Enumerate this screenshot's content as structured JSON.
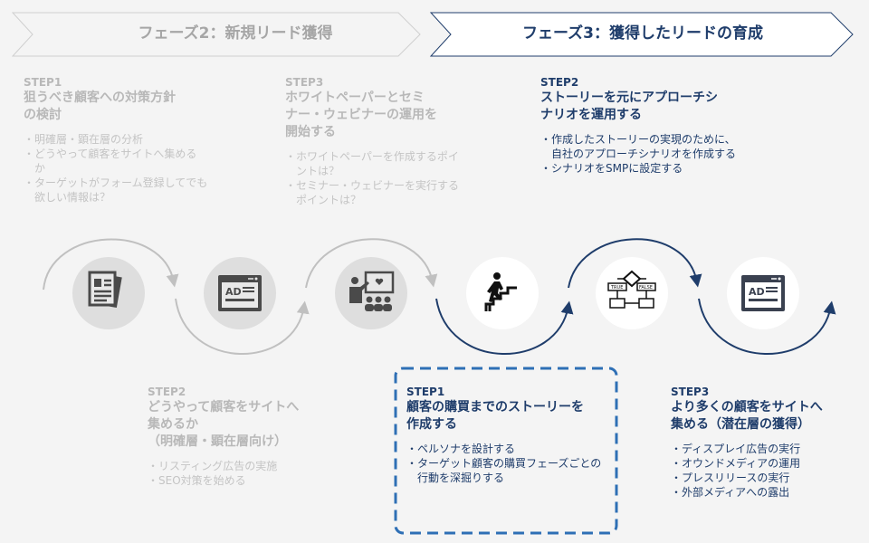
{
  "phase2": {
    "label": "フェーズ2：新規リード獲得"
  },
  "phase3": {
    "label": "フェーズ3：獲得したリードの育成"
  },
  "steps": [
    {
      "step": "STEP1",
      "title_lines": [
        "狙うべき顧客への対策方針",
        "の検討"
      ],
      "bullets": [
        "明確層・顕在層の分析",
        "どうやって顧客をサイトへ集めるか",
        "ターゲットがフォーム登録してでも欲しい情報は？"
      ]
    },
    {
      "step": "STEP2",
      "title_lines": [
        "どうやって顧客をサイトへ",
        "集めるか",
        "（明確層・顕在層向け）"
      ],
      "bullets": [
        "リスティング広告の実施",
        "SEO対策を始める"
      ]
    },
    {
      "step": "STEP3",
      "title_lines": [
        "ホワイトペーパーとセミ",
        "ナー・ウェビナーの運用を",
        "開始する"
      ],
      "bullets": [
        "ホワイトペーパーを作成するポイントは？",
        "セミナー・ウェビナーを実行するポイントは？"
      ]
    },
    {
      "step": "STEP1",
      "title_lines": [
        "顧客の購買までのストーリーを",
        "作成する"
      ],
      "bullets": [
        "ペルソナを設計する",
        "ターゲット顧客の購買フェーズごとの行動を深掘りする"
      ]
    },
    {
      "step": "STEP2",
      "title_lines": [
        "ストーリーを元にアプローチシ",
        "ナリオを運用する"
      ],
      "bullets": [
        "作成したストーリーの実現のために、自社のアプローチシナリオを作成する",
        "シナリオをSMPに設定する"
      ]
    },
    {
      "step": "STEP3",
      "title_lines": [
        "より多くの顧客をサイトへ",
        "集める（潜在層の獲得）"
      ],
      "bullets": [
        "ディスプレイ広告の実行",
        "オウンドメディアの運用",
        "プレスリリースの実行",
        "外部メディアへの露出"
      ]
    }
  ],
  "icons": [
    "document-icon",
    "ad-banner-icon",
    "seminar-icon",
    "stairs-climb-icon",
    "flowchart-icon",
    "ad-banner-icon"
  ],
  "icon_texts": {
    "ad": "AD",
    "true": "TRUE",
    "false": "FALSE"
  },
  "colors": {
    "gray": "#c0c0c0",
    "navy": "#1f3d6b",
    "blue": "#2e6fb5",
    "icon_gray": "#4a4a4a"
  }
}
